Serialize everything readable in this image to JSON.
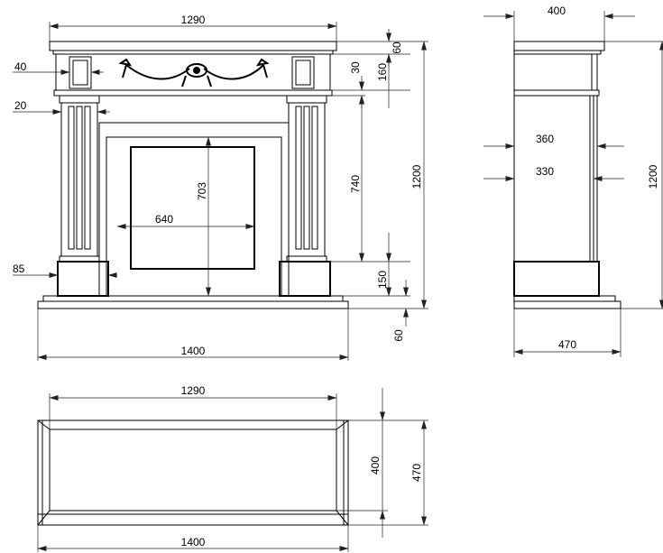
{
  "front": {
    "width_top": "1290",
    "width_bottom": "1400",
    "height_total": "1200",
    "top_shelf": "60",
    "frieze": "160",
    "cornice": "30",
    "opening_height": "740",
    "plinth": "150",
    "base": "60",
    "block_inset": "40",
    "pilaster_cap": "20",
    "insert_height": "703",
    "insert_width": "640",
    "pilaster_base": "85"
  },
  "side": {
    "depth_top": "400",
    "depth_upper": "360",
    "depth_mid": "330",
    "height": "1200",
    "depth_bottom": "470"
  },
  "plan": {
    "width_inner": "1290",
    "width_outer": "1400",
    "depth_inner": "400",
    "depth_outer": "470"
  }
}
